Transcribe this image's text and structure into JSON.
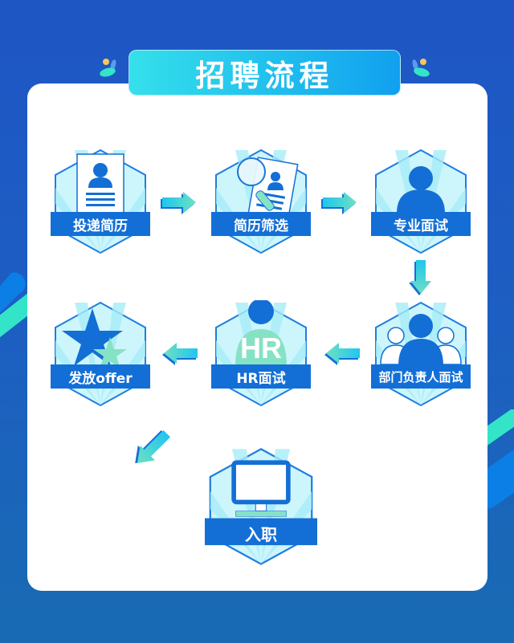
{
  "title": "招聘流程",
  "colors": {
    "background_top": "#1e56c4",
    "background_bottom": "#186bb3",
    "card": "#ffffff",
    "title_gradient_start": "#35e0ea",
    "title_gradient_end": "#11a0ef",
    "badge_fill": "#cdf5fc",
    "badge_ray": "#a6ecf8",
    "badge_border": "#1e7ee0",
    "ribbon": "#136fd6",
    "icon_blue": "#136fd6",
    "mint": "#86e2c4",
    "arrow_start": "#1fc6f0",
    "arrow_end": "#6ee0c2"
  },
  "steps": [
    {
      "order": 1,
      "label": "投递简历",
      "icon": "resume-icon"
    },
    {
      "order": 2,
      "label": "简历筛选",
      "icon": "resume-magnifier-icon"
    },
    {
      "order": 3,
      "label": "专业面试",
      "icon": "person-icon"
    },
    {
      "order": 4,
      "label": "部门负责人面试",
      "icon": "group-icon"
    },
    {
      "order": 5,
      "label": "HR面试",
      "icon": "hr-person-icon",
      "icon_text": "HR"
    },
    {
      "order": 6,
      "label": "发放offer",
      "icon": "stars-icon"
    },
    {
      "order": 7,
      "label": "入职",
      "icon": "monitor-icon"
    }
  ],
  "arrows": [
    {
      "from": 1,
      "to": 2,
      "direction": "right"
    },
    {
      "from": 2,
      "to": 3,
      "direction": "right"
    },
    {
      "from": 3,
      "to": 4,
      "direction": "down"
    },
    {
      "from": 4,
      "to": 5,
      "direction": "left"
    },
    {
      "from": 5,
      "to": 6,
      "direction": "left"
    },
    {
      "from": 6,
      "to": 7,
      "direction": "down-right"
    }
  ]
}
